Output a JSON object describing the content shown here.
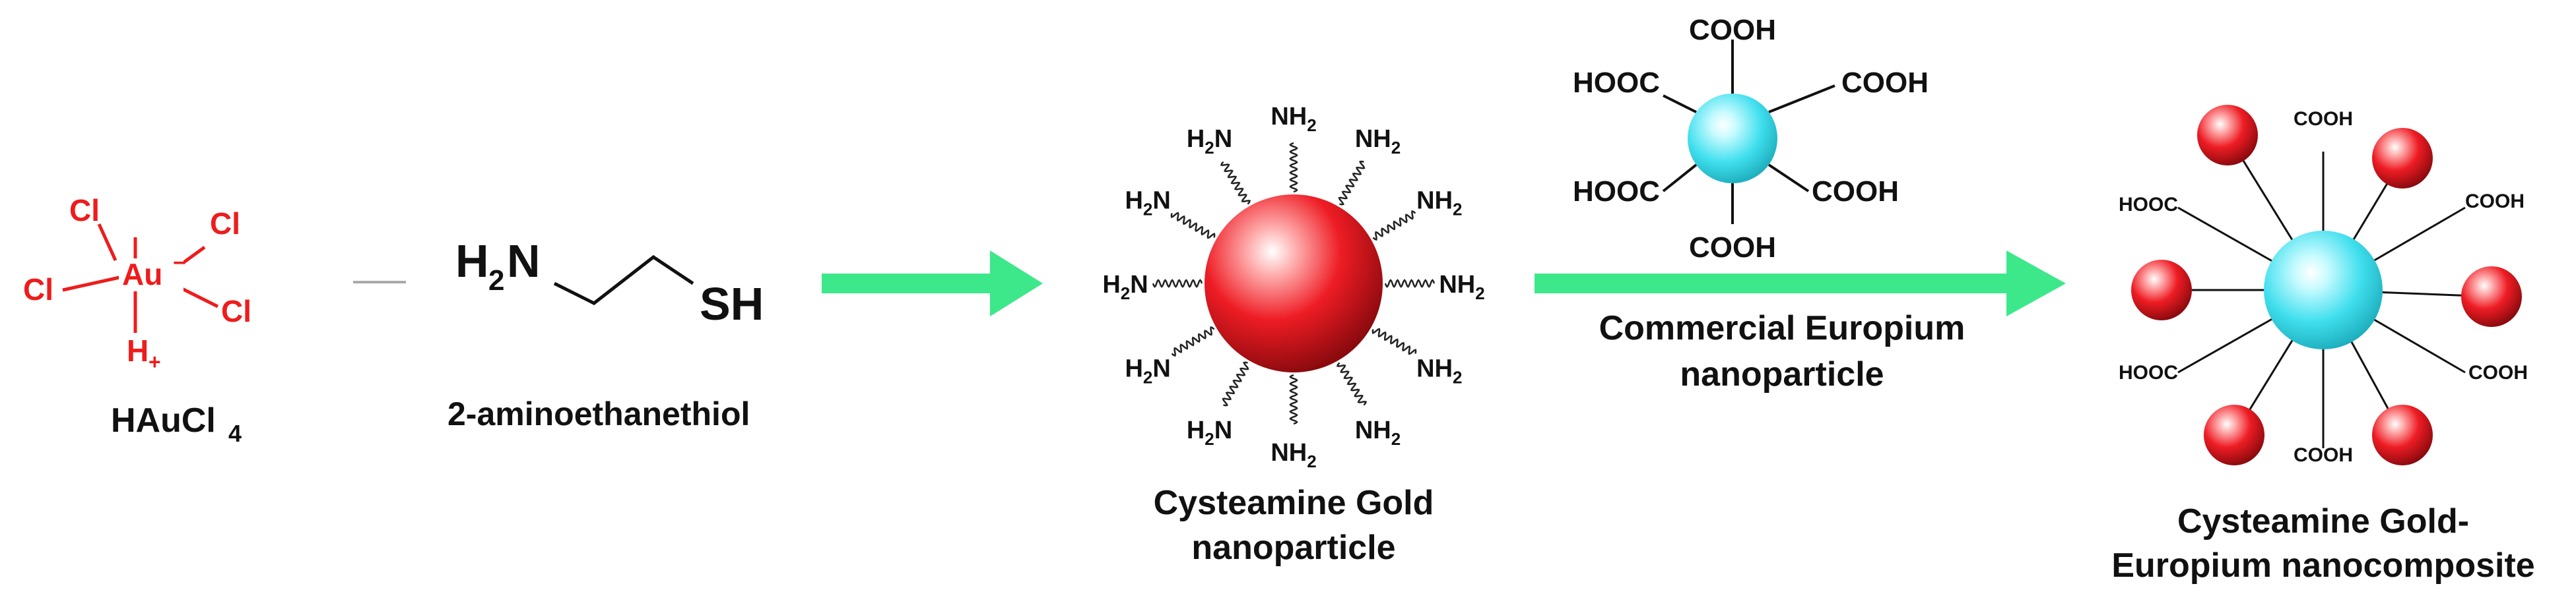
{
  "colors": {
    "reagent_red": "#ee1c1c",
    "arrow_green": "#3de88a",
    "gold_sphere": "#e8202a",
    "europium_sphere": "#4fe3f0",
    "text": "#111111"
  },
  "haucl4": {
    "atom_au": "Au",
    "charge": "−",
    "cl1": "Cl",
    "cl2": "Cl",
    "cl3": "Cl",
    "cl4": "Cl",
    "h": "H",
    "h_charge": "+",
    "label_main": "HAuCl",
    "label_sub": "4"
  },
  "separator": "—",
  "cysteamine": {
    "amine_h": "H",
    "amine_sub": "2",
    "amine_n": "N",
    "thiol": "SH",
    "label": "2-aminoethanethiol"
  },
  "gold_np": {
    "label_line1": "Cysteamine Gold",
    "label_line2": "nanoparticle",
    "ligand": "NH",
    "ligand_sub": "2"
  },
  "europium_np": {
    "group": "COOH",
    "group_left": "HOOC",
    "label_line1": "Commercial Europium",
    "label_line2": "nanoparticle"
  },
  "composite": {
    "group": "COOH",
    "group_left": "HOOC",
    "label_line1": "Cysteamine Gold-",
    "label_line2": "Europium nanocomposite"
  }
}
